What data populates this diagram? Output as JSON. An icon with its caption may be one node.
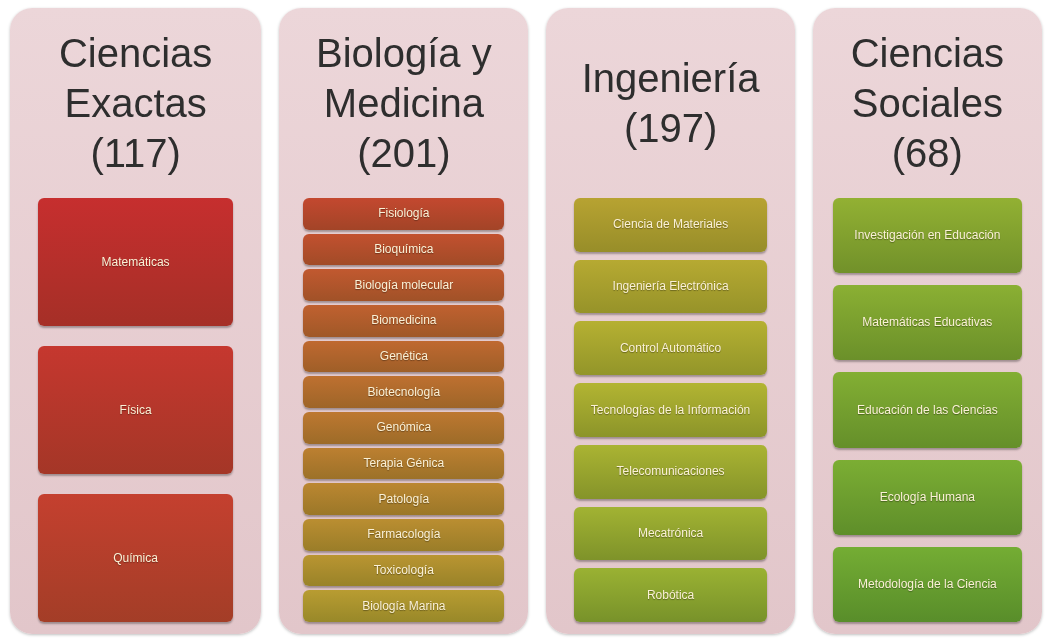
{
  "diagram": {
    "nodes": [
      {
        "text": [
          "Ciencias Exactas (117)"
        ]
      },
      {
        "text": [
          "Matemáticas"
        ],
        "in": 0
      },
      {
        "text": [
          "Física"
        ],
        "in": 0
      },
      {
        "text": [
          "Química"
        ],
        "in": 0
      },
      {
        "text": [
          "Biología y Medicina (201)"
        ]
      },
      {
        "text": [
          "Fisiología"
        ],
        "in": 4
      },
      {
        "text": [
          "Bioquímica"
        ],
        "in": 4
      },
      {
        "text": [
          "Biología molecular"
        ],
        "in": 4
      },
      {
        "text": [
          "Biomedicina"
        ],
        "in": 4
      },
      {
        "text": [
          "Genética"
        ],
        "in": 4
      },
      {
        "text": [
          "Biotecnología"
        ],
        "in": 4
      },
      {
        "text": [
          "Genómica"
        ],
        "in": 4
      },
      {
        "text": [
          "Terapia Génica"
        ],
        "in": 4
      },
      {
        "text": [
          "Patología"
        ],
        "in": 4
      },
      {
        "text": [
          "Farmacología"
        ],
        "in": 4
      },
      {
        "text": [
          "Toxicología"
        ],
        "in": 4
      },
      {
        "text": [
          "Biología Marina"
        ],
        "in": 4
      },
      {
        "text": [
          "Ingeniería (197)"
        ]
      },
      {
        "text": [
          "Ciencia de Materiales"
        ],
        "in": 17
      },
      {
        "text": [
          "Ingeniería Electrónica"
        ],
        "in": 17
      },
      {
        "text": [
          "Control Automático"
        ],
        "in": 17
      },
      {
        "text": [
          "Tecnologías de la Información"
        ],
        "in": 17
      },
      {
        "text": [
          "Telecomunicaciones"
        ],
        "in": 17
      },
      {
        "text": [
          "Mecatrónica"
        ],
        "in": 17
      },
      {
        "text": [
          "Robótica"
        ],
        "in": 17
      },
      {
        "text": [
          "Ciencias Sociales (68)"
        ]
      },
      {
        "text": [
          "Investigación en Educación"
        ],
        "in": 25
      },
      {
        "text": [
          "Matemáticas Educativas"
        ],
        "in": 25
      },
      {
        "text": [
          "Educación de las Ciencias"
        ],
        "in": 25
      },
      {
        "text": [
          "Ecología Humana"
        ],
        "in": 25
      },
      {
        "text": [
          "Metodología de la Ciencia"
        ],
        "in": 25
      }
    ]
  }
}
